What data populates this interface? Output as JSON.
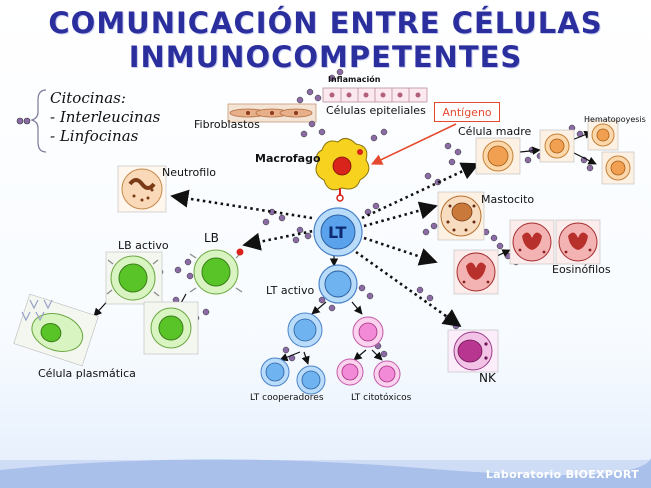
{
  "title": {
    "line1": "COMUNICACIÓN ENTRE CÉLULAS",
    "line2": "INMUNOCOMPETENTES"
  },
  "legend": {
    "heading": "Citocinas:",
    "items": [
      "- Interleucinas",
      "- Linfocinas"
    ]
  },
  "labels": {
    "inflamacion": "Inflamación",
    "fibroblastos": "Fibroblastos",
    "celulas_epiteliales": "Células epiteliales",
    "antigeno": "Antígeno",
    "celula_madre": "Célula madre",
    "hematopoyesis": "Hematopoyesis",
    "macrofago": "Macrofago",
    "neutrofilo": "Neutrofilo",
    "mastocito": "Mastocito",
    "lt": "LT",
    "lb_activo": "LB activo",
    "lb": "LB",
    "lt_activo": "LT activo",
    "eosinofilos": "Eosinófilos",
    "celula_plasmatica": "Célula plasmática",
    "nk": "NK",
    "lt_cooperadores": "LT cooperadores",
    "lt_citotoxicos": "LT citotóxicos"
  },
  "footer": "Laboratorio BIOEXPORT",
  "colors": {
    "title": "#2b2f9e",
    "antigen": "#e64a2e",
    "lt_cell": "#6fb4f0",
    "lb_cell": "#8fdc5a",
    "cytotoxic": "#f28ad7",
    "nk": "#b8368f",
    "stem": "#f0a050",
    "eosinophil": "#c0392b",
    "cytokine_dot": "#8a6ba4"
  }
}
